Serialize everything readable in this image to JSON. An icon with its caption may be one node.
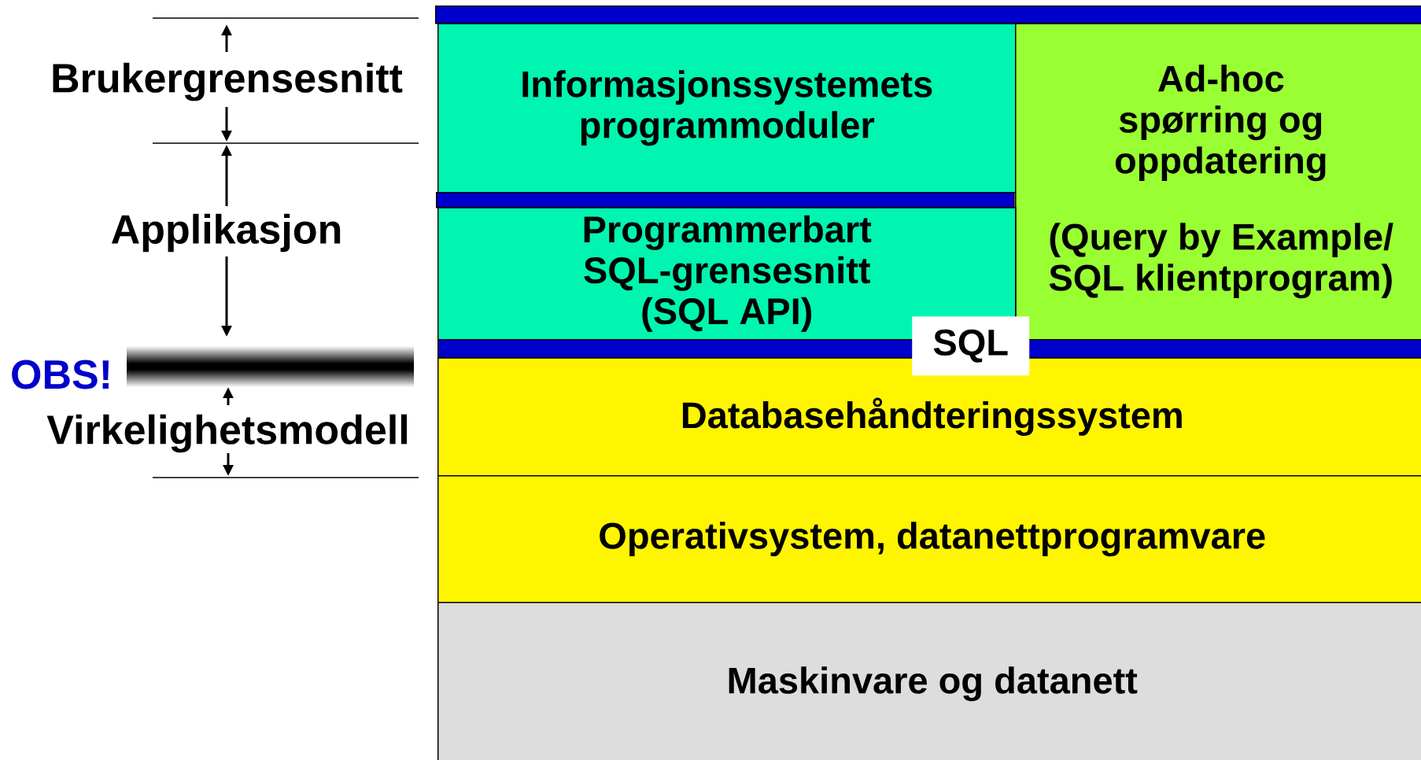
{
  "diagram": {
    "nodes": [
      {
        "text": [],
        "shape": "bar"
      },
      {
        "text": [
          "Informasjonssystemets programmoduler"
        ]
      },
      {
        "text": [
          "Ad-hoc spørring og oppdatering",
          "(Query by Example/ SQL klientprogram)"
        ]
      },
      {
        "text": [],
        "shape": "bar"
      },
      {
        "text": [
          "Programmerbart SQL-grensesnitt (SQL API)"
        ]
      },
      {
        "text": [],
        "shape": "bar"
      },
      {
        "text": [
          "SQL"
        ]
      },
      {
        "text": [
          "Databasehåndteringssystem"
        ]
      },
      {
        "text": [
          "Operativsystem, datanettprogramvare"
        ]
      },
      {
        "text": [
          "Maskinvare og datanett"
        ]
      }
    ],
    "labels": [
      "Brukergrensesnitt",
      "Applikasjon",
      "OBS!",
      "Virkelighetsmodell"
    ]
  }
}
